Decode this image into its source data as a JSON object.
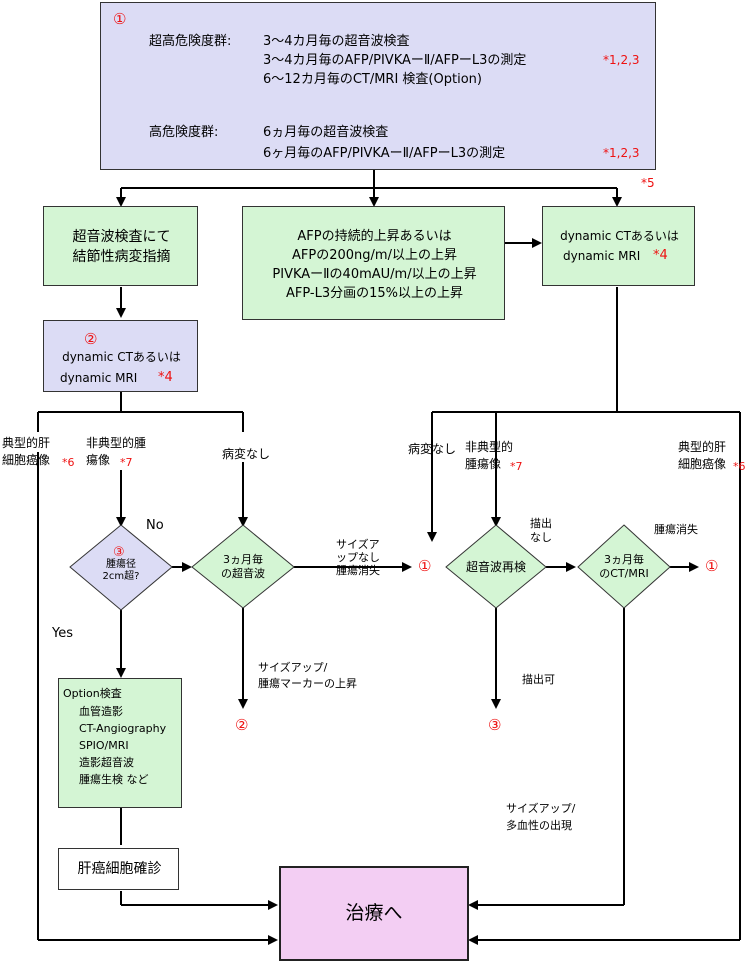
{
  "top_box": {
    "number": "①",
    "group1_label": "超高危険度群:",
    "group1_line1": "3～4カ月毎の超音波検査",
    "group1_line2": "3～4カ月毎のAFP/PIVKAーⅡ/AFPーL3の測定",
    "group1_line2_note": "*1,2,3",
    "group1_line3": "6～12カ月毎のCT/MRI 検査(Option)",
    "group2_label": "高危険度群:",
    "group2_line1": "6ヵ月毎の超音波検査",
    "group2_line2": "6ヶ月毎のAFP/PIVKAーⅡ/AFPーL3の測定",
    "group2_line2_note": "*1,2,3"
  },
  "note5": "*5",
  "ultrasound_box": {
    "line1": "超音波検査にて",
    "line2": "結節性病変指摘"
  },
  "afp_box": {
    "line1": "AFPの持続的上昇あるいは",
    "line2": "AFPの200ng/m/以上の上昇",
    "line3": "PIVKAーⅡの40mAU/m/以上の上昇",
    "line4": "AFP-L3分画の15%以上の上昇"
  },
  "dynamic_right": {
    "line1": "dynamic CTあるいは",
    "line2": "dynamic MRI",
    "note": "*4"
  },
  "dynamic_left": {
    "number": "②",
    "line1": "dynamic CTあるいは",
    "line2": "dynamic MRI",
    "note": "*4"
  },
  "left_branches": {
    "typical_line1": "典型的肝",
    "typical_line2": "細胞癌像",
    "typical_note": "*6",
    "atypical_line1": "非典型的腫",
    "atypical_line2": "瘍像",
    "atypical_note": "*7",
    "none": "病変なし"
  },
  "right_branches": {
    "none": "病変なし",
    "atypical_line1": "非典型的",
    "atypical_line2": "腫瘍像",
    "atypical_note": "*7",
    "typical_line1": "典型的肝",
    "typical_line2": "細胞癌像",
    "typical_note": "*6"
  },
  "diamond_size": {
    "number": "③",
    "line1": "腫瘍径",
    "line2": "2cm超?"
  },
  "label_no": "No",
  "label_yes": "Yes",
  "diamond_us3": {
    "line1": "3ヵ月毎",
    "line2": "の超音波"
  },
  "size_up_none": {
    "line1": "サイズア",
    "line2": "ップなし",
    "line3": "腫瘍消失"
  },
  "target_1_mid": "①",
  "size_up_marker": {
    "line1": "サイズアップ/",
    "line2": "腫瘍マーカーの上昇"
  },
  "target_2": "②",
  "diamond_us_re": {
    "line1": "超音波再検"
  },
  "not_detected": {
    "line1": "描出",
    "line2": "なし"
  },
  "diamond_ct3": {
    "line1": "3ヵ月毎",
    "line2": "のCT/MRI"
  },
  "tumor_gone": "腫瘍消失",
  "target_1_right": "①",
  "detectable": "描出可",
  "target_3": "③",
  "option_box": {
    "title": "Option検査",
    "items": [
      "血管造影",
      "CT-Angiography",
      "SPIO/MRI",
      "造影超音波",
      "腫瘍生検 など"
    ]
  },
  "size_up_vascular": {
    "line1": "サイズアップ/",
    "line2": "多血性の出現"
  },
  "hcc_confirm": "肝癌細胞確診",
  "treatment": "治療へ"
}
